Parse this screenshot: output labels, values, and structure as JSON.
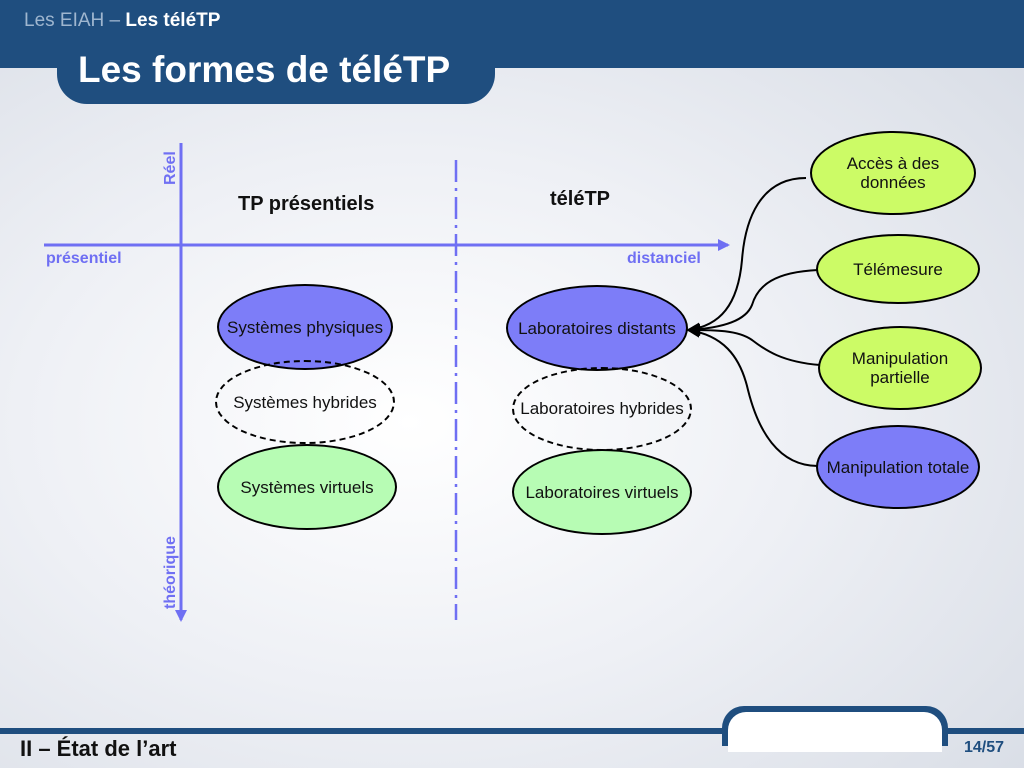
{
  "header": {
    "breadcrumb_section": "Les EIAH –",
    "breadcrumb_topic": "Les téléTP",
    "title": "Les formes de téléTP"
  },
  "axes": {
    "vertical_top": "Réel",
    "vertical_bottom": "théorique",
    "horizontal_left": "présentiel",
    "horizontal_right": "distanciel"
  },
  "columns": {
    "left_heading": "TP présentiels",
    "right_heading": "téléTP"
  },
  "nodes": {
    "sys_physiques": "Systèmes physiques",
    "sys_hybrides": "Systèmes hybrides",
    "sys_virtuels": "Systèmes virtuels",
    "lab_distants": "Laboratoires distants",
    "lab_hybrides": "Laboratoires hybrides",
    "lab_virtuels": "Laboratoires virtuels",
    "acces": "Accès à des données",
    "telemesure": "Télémesure",
    "manip_partielle": "Manipulation partielle",
    "manip_totale": "Manipulation totale"
  },
  "footer": {
    "section": "II – État de l’art",
    "page": "14/57"
  },
  "colors": {
    "brand": "#1f4e7f",
    "axis": "#6f6ff3",
    "real_node": "#7d7df8",
    "virtual_node": "#b7fcb4",
    "mode_node": "#ccfb66"
  }
}
